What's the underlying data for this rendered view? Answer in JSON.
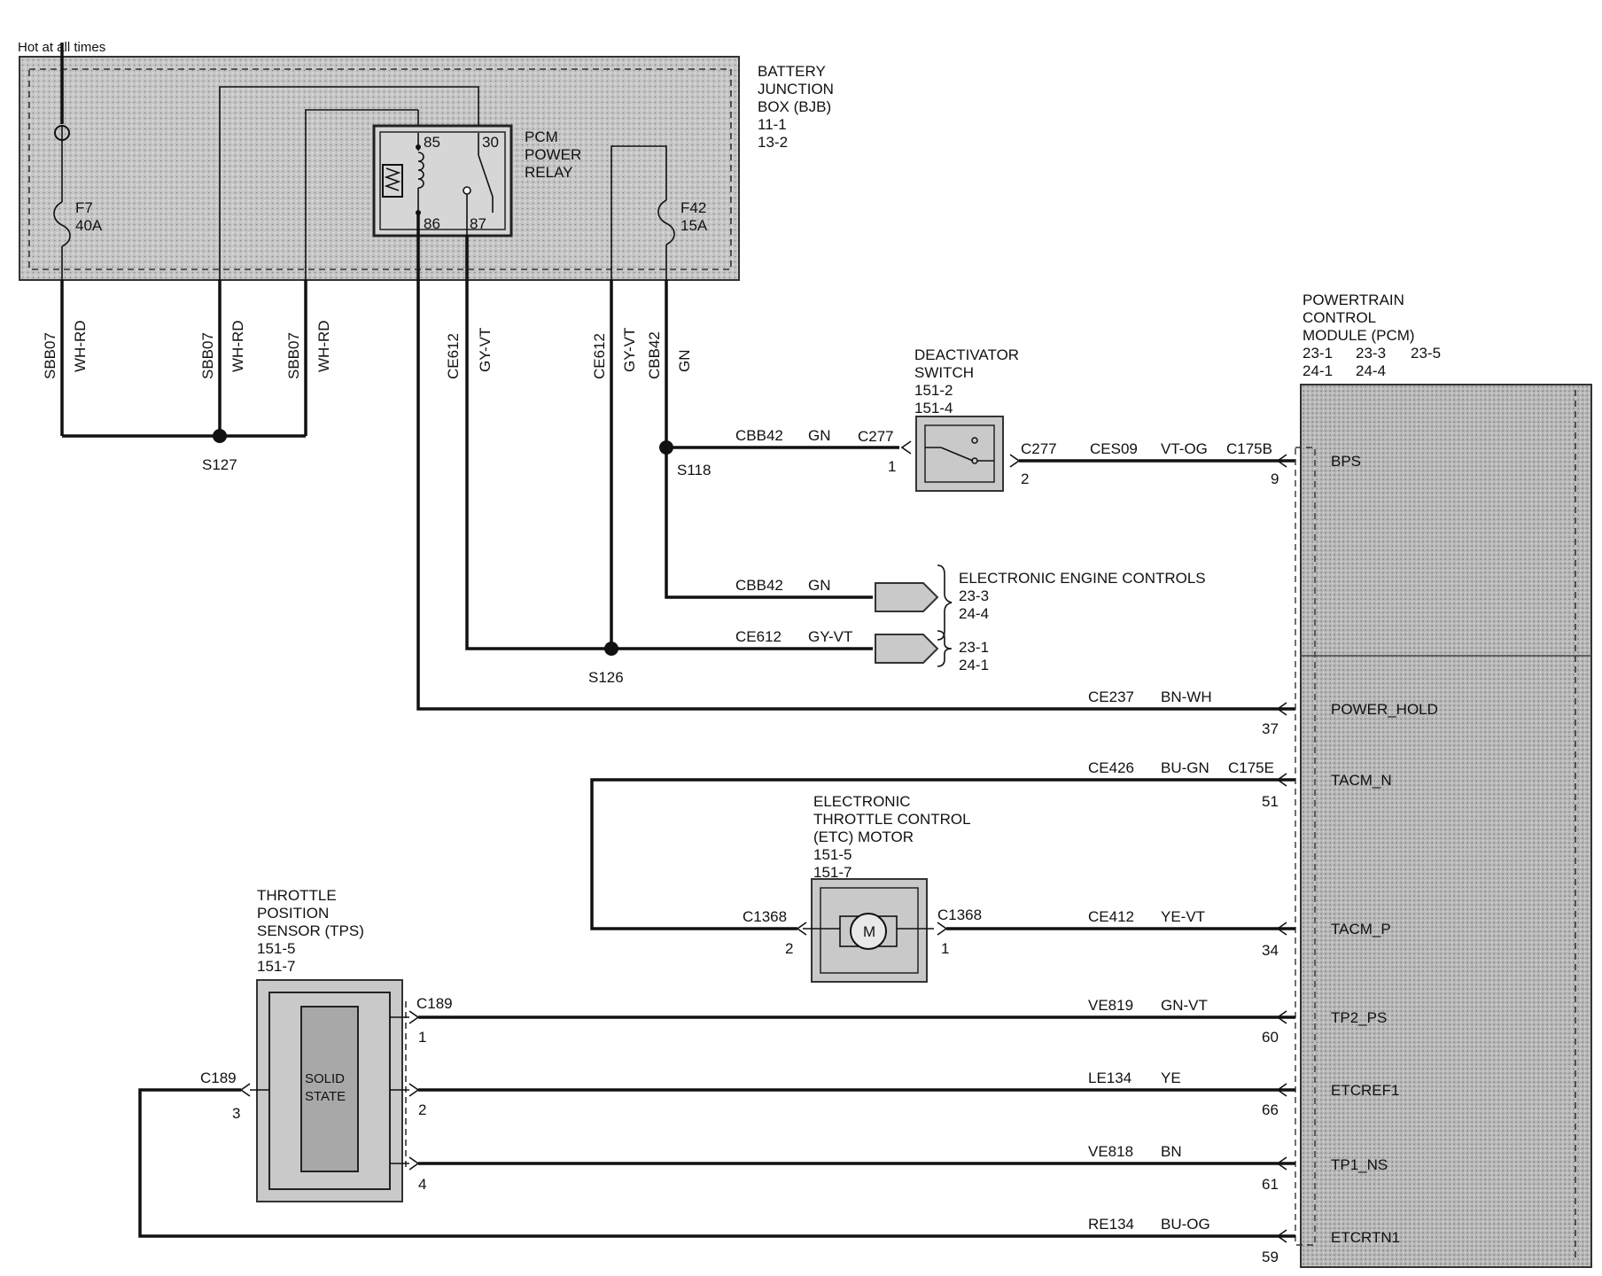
{
  "header": {
    "hot_label": "Hot at all times"
  },
  "bjb": {
    "title_lines": [
      "BATTERY",
      "JUNCTION",
      "BOX (BJB)",
      "11-1",
      "13-2"
    ],
    "fuse_f7": {
      "name": "F7",
      "rating": "40A"
    },
    "fuse_f42": {
      "name": "F42",
      "rating": "15A"
    },
    "relay": {
      "title_lines": [
        "PCM",
        "POWER",
        "RELAY"
      ],
      "pins": [
        "85",
        "30",
        "86",
        "87"
      ]
    }
  },
  "vertical_wires": [
    {
      "circuit": "SBB07",
      "color": "WH-RD"
    },
    {
      "circuit": "SBB07",
      "color": "WH-RD"
    },
    {
      "circuit": "SBB07",
      "color": "WH-RD"
    },
    {
      "circuit": "CE612",
      "color": "GY-VT"
    },
    {
      "circuit": "CE612",
      "color": "GY-VT"
    },
    {
      "circuit": "CBB42",
      "color": "GN"
    }
  ],
  "splices": {
    "s127": "S127",
    "s118": "S118",
    "s126": "S126"
  },
  "deactivator": {
    "title_lines": [
      "DEACTIVATOR",
      "SWITCH",
      "151-2",
      "151-4"
    ],
    "connector_left": "C277",
    "pin_left": "1",
    "connector_right": "C277",
    "pin_right": "2"
  },
  "pcm": {
    "title_lines": [
      "POWERTRAIN",
      "CONTROL",
      "MODULE (PCM)"
    ],
    "refs_row1": [
      "23-1",
      "23-3",
      "23-5"
    ],
    "refs_row2": [
      "24-1",
      "24-4"
    ],
    "pins": [
      {
        "label": "BPS",
        "pin": "9"
      },
      {
        "label": "POWER_HOLD",
        "pin": "37"
      },
      {
        "label": "TACM_N",
        "pin": "51"
      },
      {
        "label": "TACM_P",
        "pin": "34"
      },
      {
        "label": "TP2_PS",
        "pin": "60"
      },
      {
        "label": "ETCREF1",
        "pin": "66"
      },
      {
        "label": "TP1_NS",
        "pin": "61"
      },
      {
        "label": "ETCRTN1",
        "pin": "59"
      }
    ]
  },
  "wires": {
    "w_cbb42_top": {
      "circuit": "CBB42",
      "color": "GN",
      "connector": "C277"
    },
    "w_ces09": {
      "circuit": "CES09",
      "color": "VT-OG",
      "connector": "C175B"
    },
    "w_cbb42_eec": {
      "circuit": "CBB42",
      "color": "GN"
    },
    "w_ce612_eec": {
      "circuit": "CE612",
      "color": "GY-VT"
    },
    "w_ce237": {
      "circuit": "CE237",
      "color": "BN-WH"
    },
    "w_ce426": {
      "circuit": "CE426",
      "color": "BU-GN",
      "connector": "C175E"
    },
    "w_ce412": {
      "circuit": "CE412",
      "color": "YE-VT"
    },
    "w_ve819": {
      "circuit": "VE819",
      "color": "GN-VT"
    },
    "w_le134": {
      "circuit": "LE134",
      "color": "YE"
    },
    "w_ve818": {
      "circuit": "VE818",
      "color": "BN"
    },
    "w_re134": {
      "circuit": "RE134",
      "color": "BU-OG"
    }
  },
  "eec": {
    "title": "ELECTRONIC ENGINE CONTROLS",
    "refs_a": [
      "23-3",
      "24-4"
    ],
    "refs_b": [
      "23-1",
      "24-1"
    ]
  },
  "etc_motor": {
    "title_lines": [
      "ELECTRONIC",
      "THROTTLE CONTROL",
      "(ETC) MOTOR",
      "151-5",
      "151-7"
    ],
    "motor_symbol": "M",
    "connector_left": "C1368",
    "pin_left": "2",
    "connector_right": "C1368",
    "pin_right": "1"
  },
  "tps": {
    "title_lines": [
      "THROTTLE",
      "POSITION",
      "SENSOR (TPS)",
      "151-5",
      "151-7"
    ],
    "inner_lines": [
      "SOLID",
      "STATE"
    ],
    "connector_top": "C189",
    "pin_1": "1",
    "pin_2": "2",
    "pin_4": "4",
    "connector_left": "C189",
    "pin_3": "3"
  }
}
